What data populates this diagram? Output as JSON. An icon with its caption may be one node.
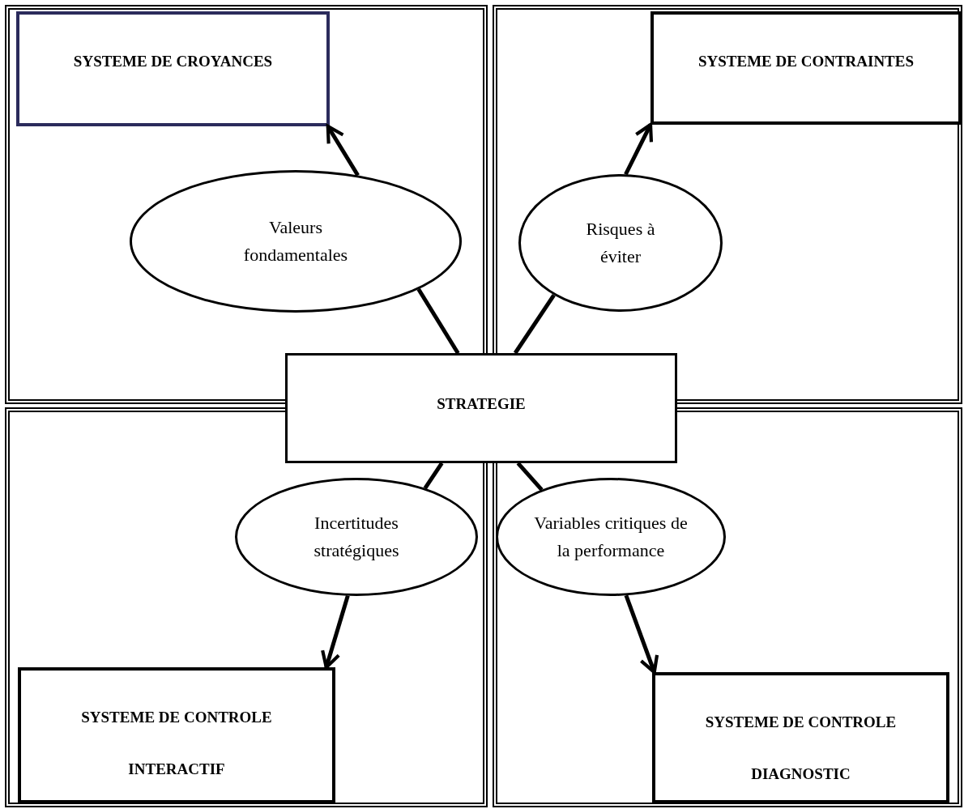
{
  "diagram": {
    "nodes": [
      {
        "text": [],
        "shape": "box"
      },
      {
        "text": [
          "SYSTEME DE CROYANCES"
        ],
        "in": 0
      },
      {
        "text": [
          "Valeurs fondamentales"
        ],
        "in": 0
      },
      {
        "text": [],
        "shape": "box"
      },
      {
        "text": [
          "SYSTEME DE CONTRAINTES"
        ],
        "in": 3
      },
      {
        "text": [
          "Risques à éviter"
        ],
        "in": 3
      },
      {
        "text": [
          "STRATEGIE"
        ]
      },
      {
        "text": [],
        "shape": "box"
      },
      {
        "text": [
          "Incertitudes stratégiques"
        ],
        "in": 7
      },
      {
        "text": [
          "SYSTEME DE CONTROLE INTERACTIF"
        ],
        "in": 7
      },
      {
        "text": [],
        "shape": "box"
      },
      {
        "text": [
          "Variables critiques de la performance"
        ],
        "in": 10
      },
      {
        "text": [
          "SYSTEME DE CONTROLE DIAGNOSTIC"
        ],
        "in": 10
      }
    ],
    "edges": [
      {
        "from": 6,
        "to": 2,
        "arrow": "none"
      },
      {
        "from": 2,
        "to": 1,
        "arrow": "to"
      },
      {
        "from": 6,
        "to": 5,
        "arrow": "none"
      },
      {
        "from": 5,
        "to": 4,
        "arrow": "to"
      },
      {
        "from": 6,
        "to": 8,
        "arrow": "none"
      },
      {
        "from": 8,
        "to": 9,
        "arrow": "to"
      },
      {
        "from": 6,
        "to": 11,
        "arrow": "none"
      },
      {
        "from": 11,
        "to": 12,
        "arrow": "to"
      }
    ]
  }
}
